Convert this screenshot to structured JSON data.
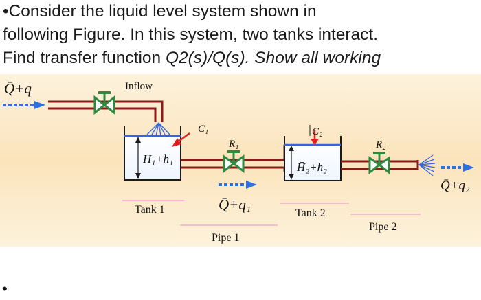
{
  "question": {
    "line1": "•Consider the liquid level system shown in",
    "line2": "following Figure. In this system, two tanks interact.",
    "line3_prefix": "Find transfer function ",
    "line3_italic": "Q2(s)/Q(s). Show all working"
  },
  "figure": {
    "inflow_label": "Inflow",
    "inlet_flow": "Q̄+q",
    "c1": "C₁",
    "c2": "C₂",
    "r1": "R₁",
    "r2": "R₂",
    "tank1_level": "H̄₁+h₁",
    "tank2_level": "H̄₂+h₂",
    "pipe1_flow": "Q̄+q₁",
    "outlet_flow": "Q̄+q₂",
    "tank1_label": "Tank 1",
    "tank2_label": "Tank 2",
    "pipe1_label": "Pipe 1",
    "pipe2_label": "Pipe 2",
    "colors": {
      "background": "#fbe8c4",
      "pipe": "#8b1a1a",
      "water": "#3366dd",
      "flow_arrow": "#2b6fe0",
      "tank": "#1a1a1a",
      "valve": "#2d8a3e",
      "capacity_arrow": "#e02020"
    }
  },
  "footer_bullet": "•"
}
